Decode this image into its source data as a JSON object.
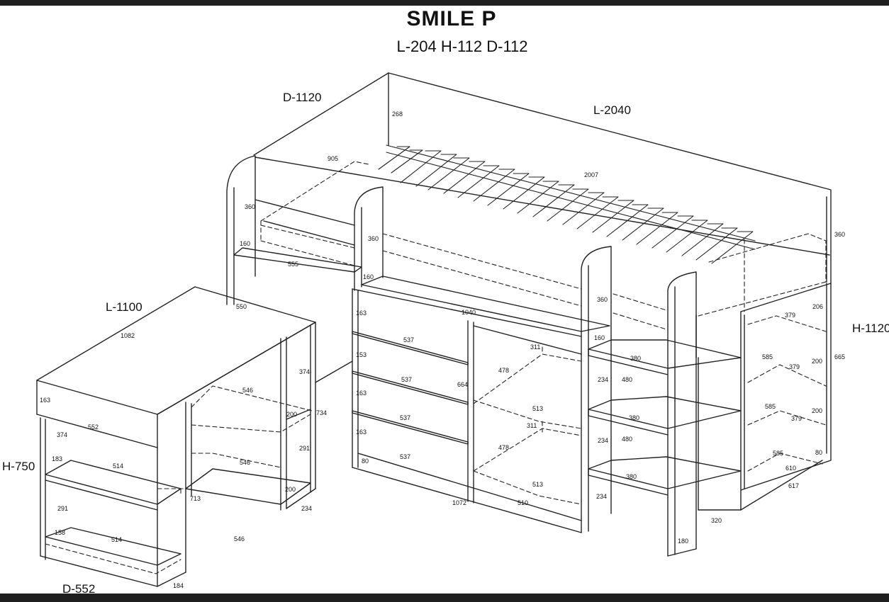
{
  "title": "SMILE P",
  "subtitle": "L-204 H-112 D-112",
  "overall_labels": {
    "depth_bed": "D-1120",
    "length_bed": "L-2040",
    "height_bed": "H-1120",
    "length_desk": "L-1100",
    "height_desk": "H-750",
    "depth_desk": "D-552"
  },
  "dimensions": {
    "d268": "268",
    "d905": "905",
    "d2007": "2007",
    "d360a": "360",
    "d360b": "360",
    "d360c": "360",
    "d360d": "360",
    "d160a": "160",
    "d160b": "160",
    "d160c": "160",
    "d555": "555",
    "d1040": "1040",
    "d163a": "163",
    "d537a": "537",
    "d153": "153",
    "d537b": "537",
    "d163b": "163",
    "d537c": "537",
    "d163c": "163",
    "d537d": "537",
    "d80a": "80",
    "d664": "664",
    "d311a": "311",
    "d478a": "478",
    "d513a": "513",
    "d311b": "311",
    "d478b": "478",
    "d513b": "513",
    "d1072": "1072",
    "d510": "510",
    "d380a": "380",
    "d234a": "234",
    "d480a": "480",
    "d380b": "380",
    "d234b": "234",
    "d480b": "480",
    "d380c": "380",
    "d234c": "234",
    "d320": "320",
    "d180": "180",
    "d379a": "379",
    "d206": "206",
    "d585a": "585",
    "d379b": "379",
    "d200a": "200",
    "d665": "665",
    "d585b": "585",
    "d200b": "200",
    "d379c": "379",
    "d585c": "585",
    "d80b": "80",
    "d610": "610",
    "d617": "617",
    "d550": "550",
    "d1082": "1082",
    "d374a": "374",
    "d546a": "546",
    "d200c": "200",
    "d734": "734",
    "d163d": "163",
    "d552": "552",
    "d374b": "374",
    "d291a": "291",
    "d183": "183",
    "d514a": "514",
    "d546b": "546",
    "d200d": "200",
    "d713": "713",
    "d234d": "234",
    "d291b": "291",
    "d158": "158",
    "d514b": "514",
    "d546c": "546",
    "d184": "184"
  }
}
